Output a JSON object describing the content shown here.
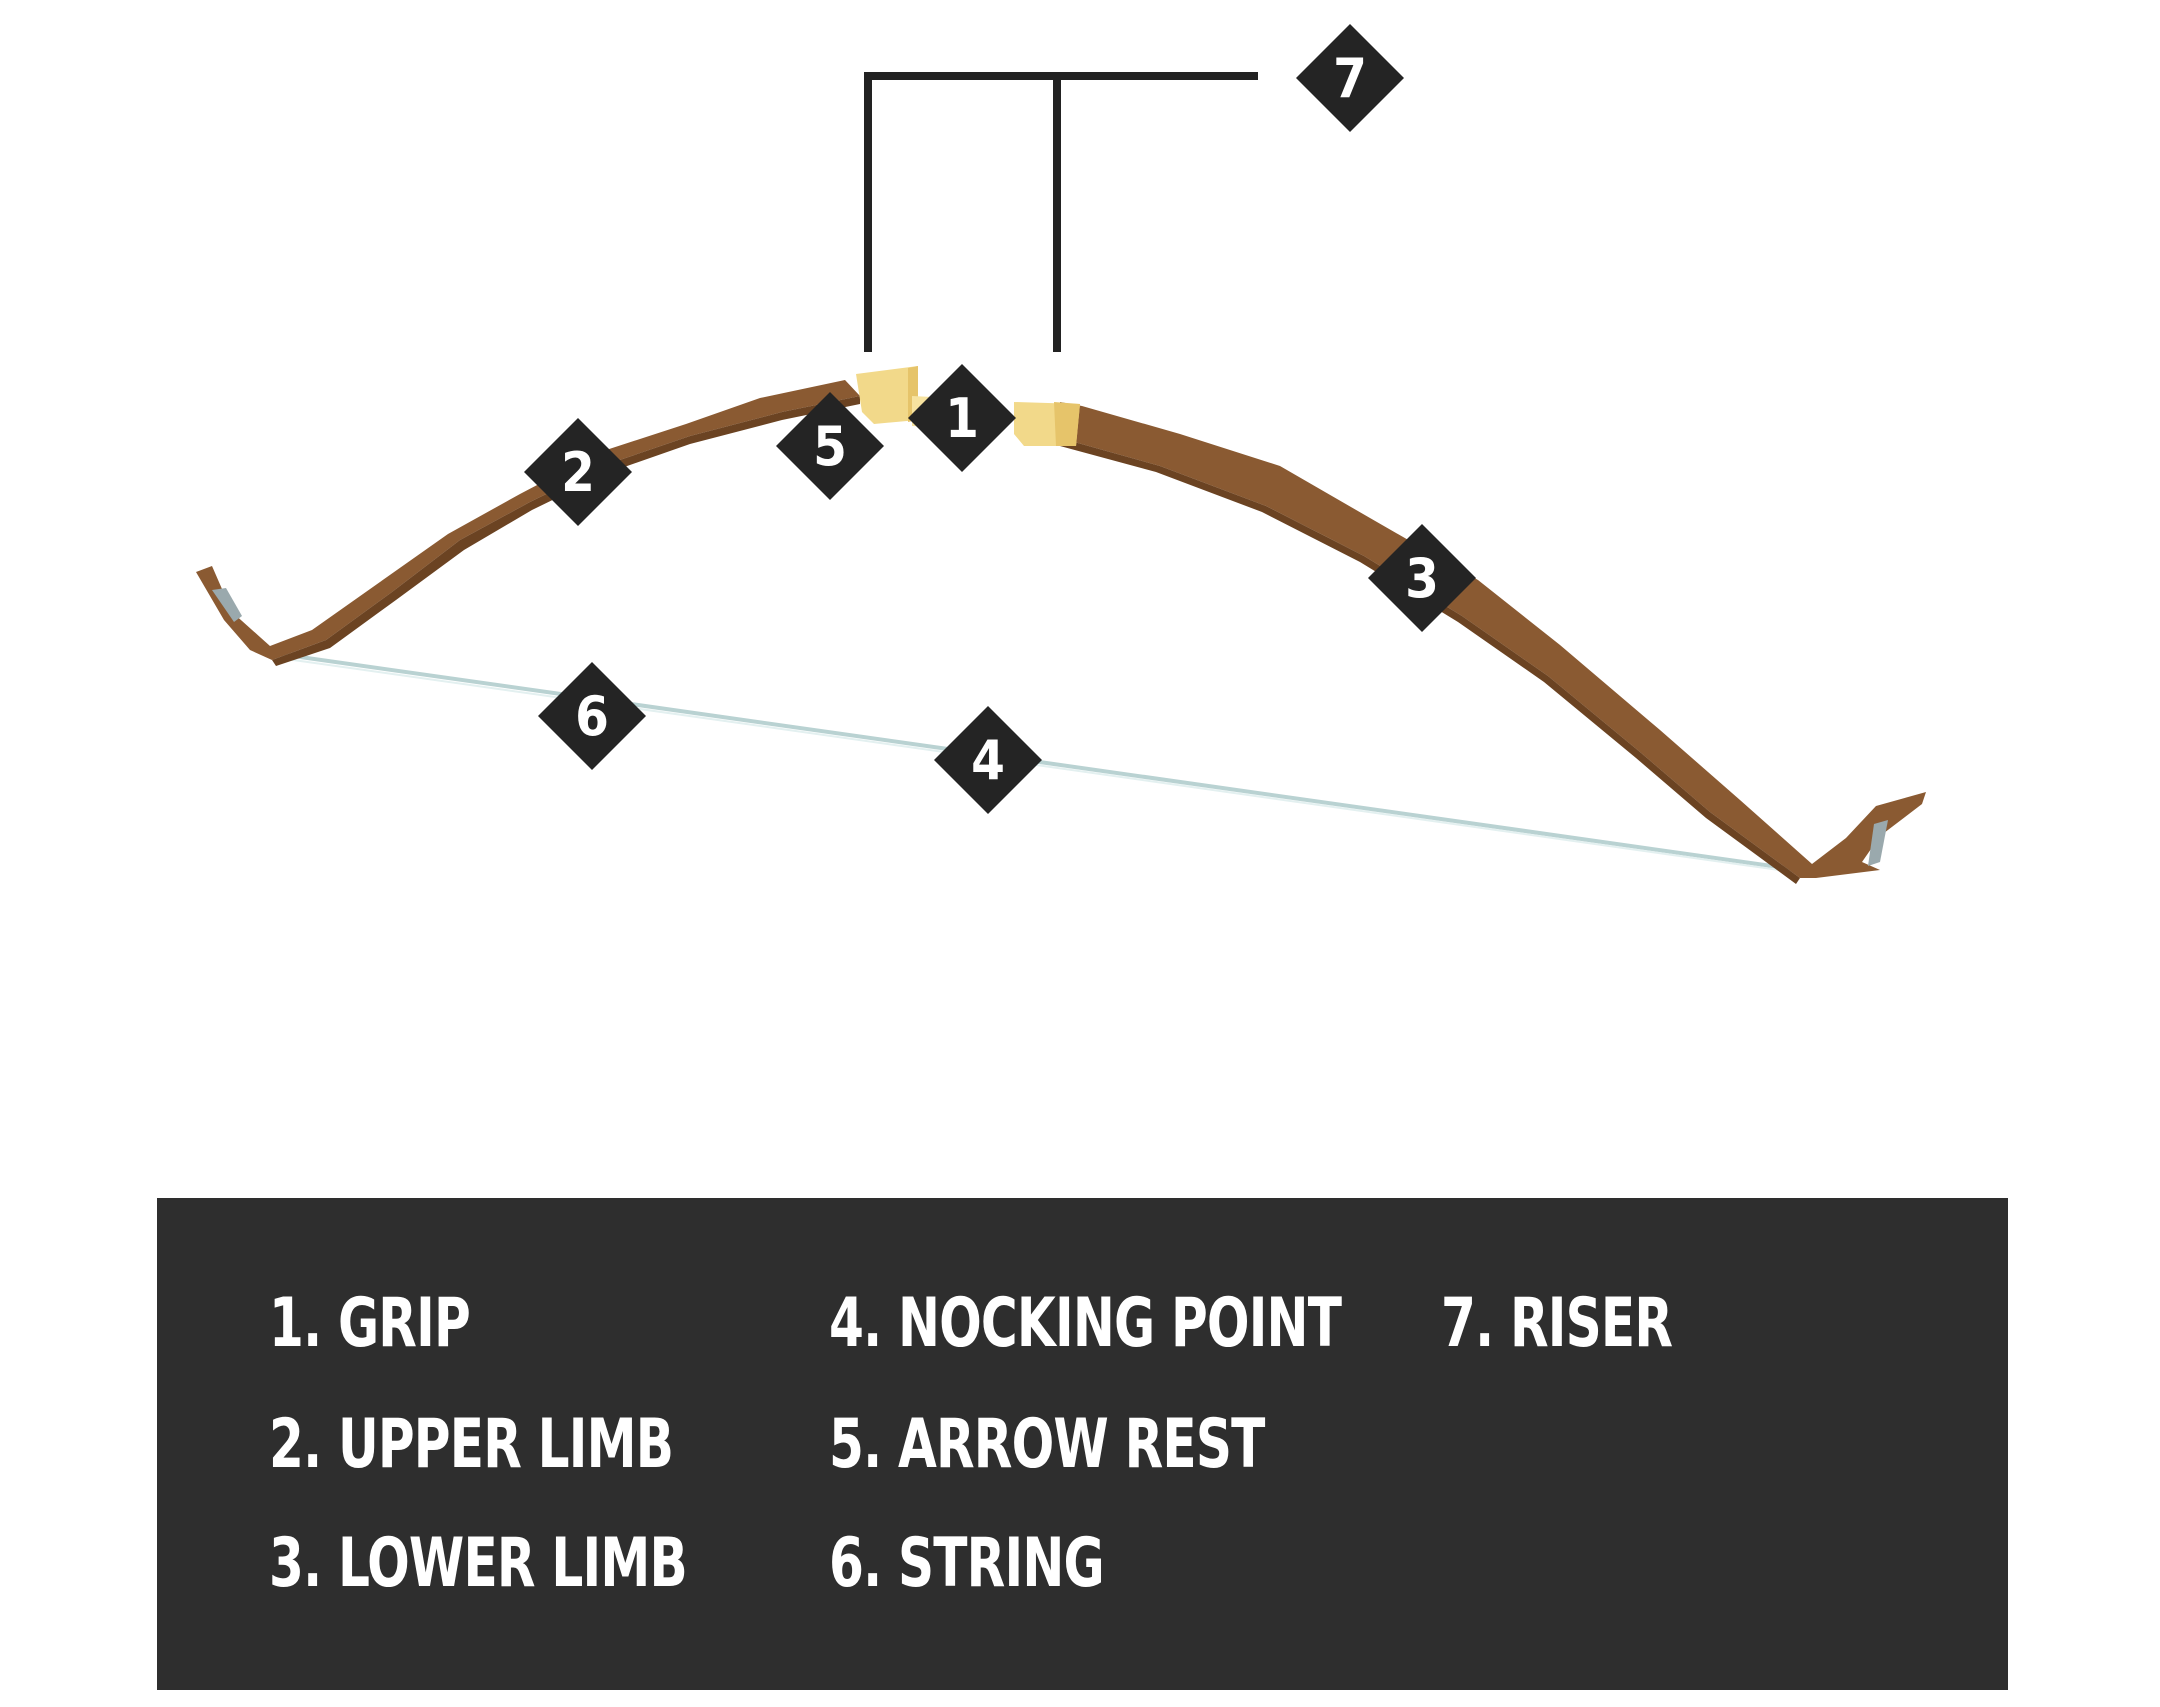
{
  "markers": [
    {
      "id": "1",
      "label": "1"
    },
    {
      "id": "2",
      "label": "2"
    },
    {
      "id": "3",
      "label": "3"
    },
    {
      "id": "4",
      "label": "4"
    },
    {
      "id": "5",
      "label": "5"
    },
    {
      "id": "6",
      "label": "6"
    },
    {
      "id": "7",
      "label": "7"
    }
  ],
  "legend": {
    "items": [
      {
        "text": "1. GRIP"
      },
      {
        "text": "2. UPPER LIMB"
      },
      {
        "text": "3. LOWER LIMB"
      },
      {
        "text": "4. NOCKING POINT"
      },
      {
        "text": "5. ARROW REST"
      },
      {
        "text": "6. STRING"
      },
      {
        "text": "7. RISER"
      }
    ]
  },
  "colors": {
    "background": "#ffffff",
    "legend_panel": "#2e2e2e",
    "marker_fill": "#242424",
    "marker_text": "#ffffff",
    "bow_limb": "#8a5a32",
    "bow_limb_shadow": "#6b4322",
    "riser": "#f2d98a",
    "string": "#cfe3e3",
    "bracket_line": "#222222"
  }
}
